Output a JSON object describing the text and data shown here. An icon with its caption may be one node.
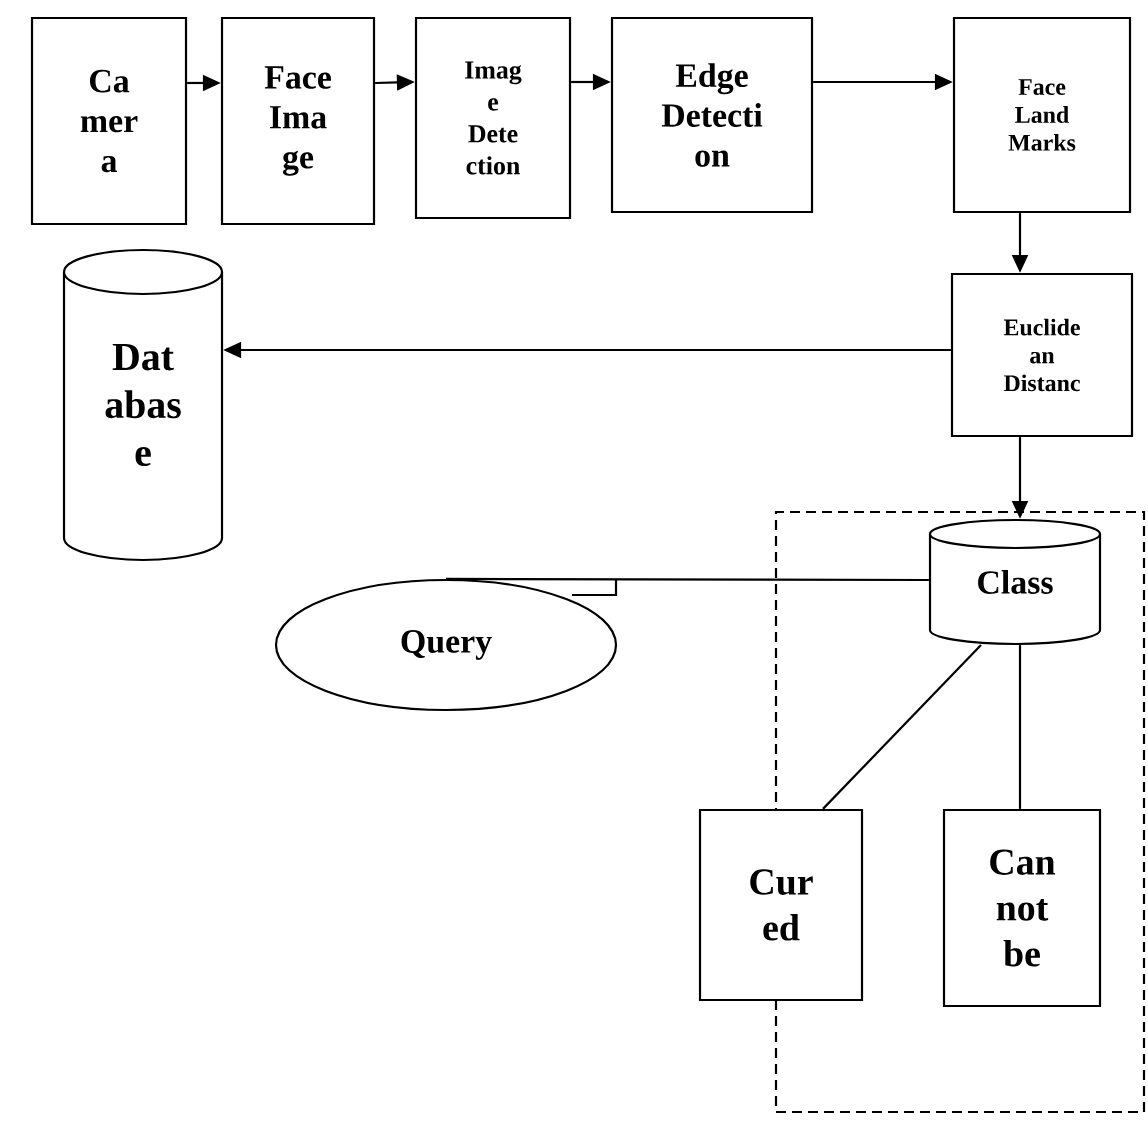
{
  "diagram": {
    "nodes": [
      {
        "text": [
          "Ca mer a"
        ]
      },
      {
        "text": [
          "Face Ima ge"
        ]
      },
      {
        "text": [
          "Imag e Dete ction"
        ]
      },
      {
        "text": [
          "Edge Detecti on"
        ]
      },
      {
        "text": [
          "Face Land Marks"
        ]
      },
      {
        "text": [
          "Euclide an Distanc"
        ]
      },
      {
        "text": [
          "Dat abas e"
        ]
      },
      {
        "text": [],
        "shape": "box"
      },
      {
        "text": [
          "Class"
        ],
        "in": 7
      },
      {
        "text": [
          "Query"
        ]
      },
      {
        "text": [
          "Cur ed"
        ]
      },
      {
        "text": [
          "Can not be"
        ],
        "in": 7
      }
    ],
    "edges": [
      {
        "from": 0,
        "to": 1,
        "arrow": "to"
      },
      {
        "from": 1,
        "to": 2,
        "arrow": "to"
      },
      {
        "from": 2,
        "to": 3,
        "arrow": "to"
      },
      {
        "from": 3,
        "to": 4,
        "arrow": "to"
      },
      {
        "from": 4,
        "to": 5,
        "arrow": "to"
      },
      {
        "from": 5,
        "to": 6,
        "arrow": "to"
      },
      {
        "from": 5,
        "to": 8,
        "arrow": "to"
      },
      {
        "from": 9,
        "to": 8,
        "arrow": "none"
      },
      {
        "from": 8,
        "to": 10,
        "arrow": "none"
      },
      {
        "from": 8,
        "to": 11,
        "arrow": "none"
      }
    ]
  }
}
